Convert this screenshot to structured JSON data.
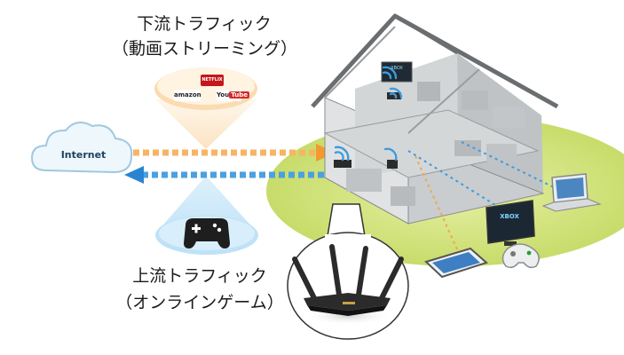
{
  "downstream": {
    "title": "下流トラフィック",
    "subtitle": "（動画ストリーミング）",
    "logos": [
      "NETFLIX",
      "amazon",
      "You",
      "Tube"
    ],
    "arrow_color": "#f5a64a"
  },
  "upstream": {
    "title": "上流トラフィック",
    "subtitle": "（オンラインゲーム）",
    "arrow_color": "#3a8fd8"
  },
  "cloud": {
    "label": "Internet"
  },
  "devices": {
    "tv_brand": "XBOX",
    "tv2_brand": "XBOX"
  },
  "colors": {
    "lawn": "#cfe27a",
    "house_wall": "#d9dcdd",
    "roof_line": "#6b6e70",
    "cloud": "#e6f3fb",
    "cone_orange": "#fbe0b8",
    "cone_blue": "#cde9fa",
    "router": "#2b2b2b"
  },
  "icons": [
    "gamepad-icon",
    "wifi-icon",
    "router-icon",
    "laptop-icon",
    "tablet-icon",
    "tv-icon",
    "controller-icon"
  ]
}
